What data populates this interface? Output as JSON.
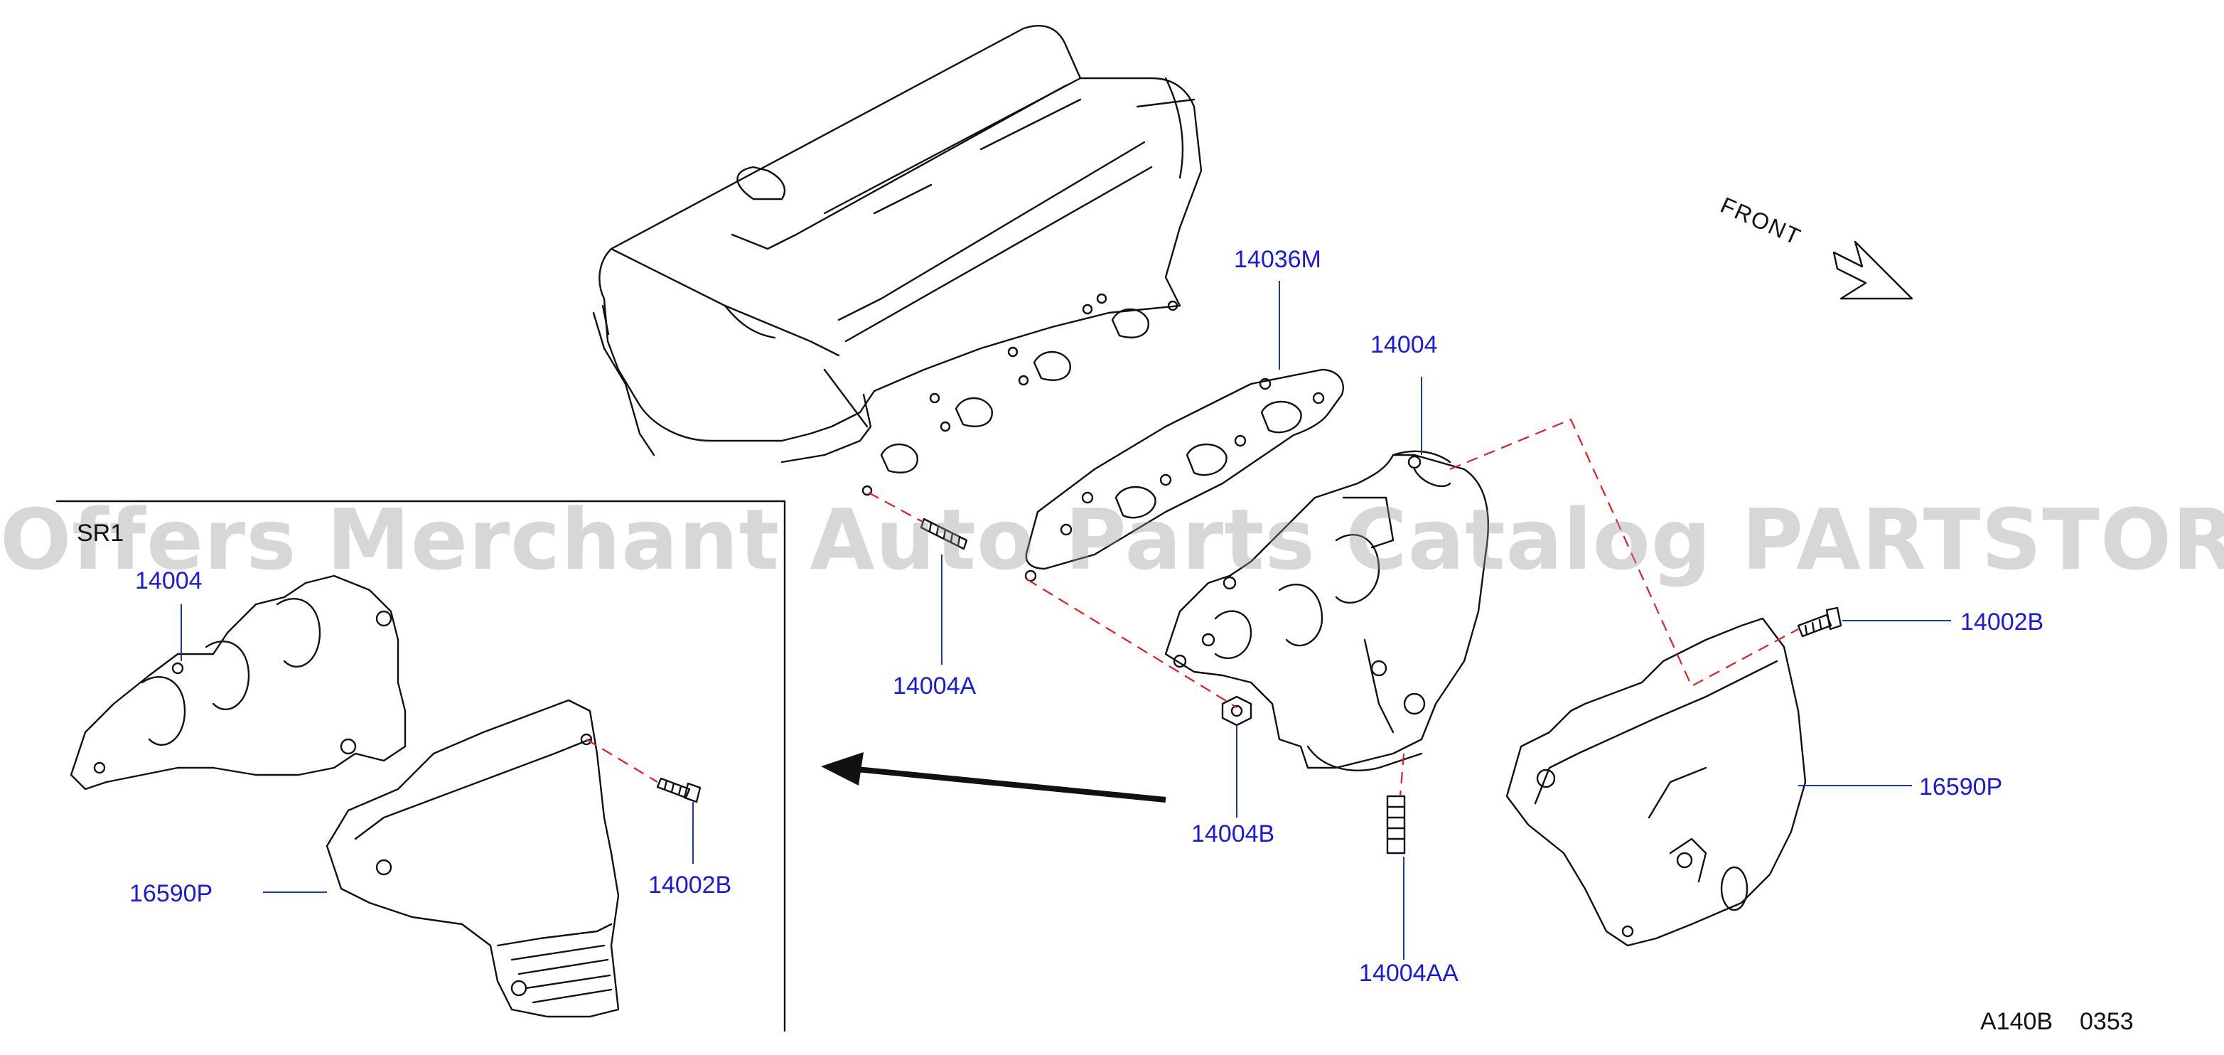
{
  "inset": {
    "title": "SR1",
    "labels": {
      "manifold": "14004",
      "cover": "16590P",
      "bolt": "14002B"
    }
  },
  "main": {
    "labels": {
      "gasket": "14036M",
      "manifold": "14004",
      "stud": "14004A",
      "nut": "14004B",
      "stud_lower": "14004AA",
      "bolt": "14002B",
      "cover": "16590P"
    },
    "front_label": "FRONT"
  },
  "footer": {
    "code": "A140B",
    "number": "0353"
  },
  "watermark": "Offers Merchant Auto Parts Catalog PARTSTORE.SA",
  "colors": {
    "label": "#1a1adc",
    "line": "#111111",
    "dashed": "#e02020",
    "leader": "#1a3ca0"
  }
}
